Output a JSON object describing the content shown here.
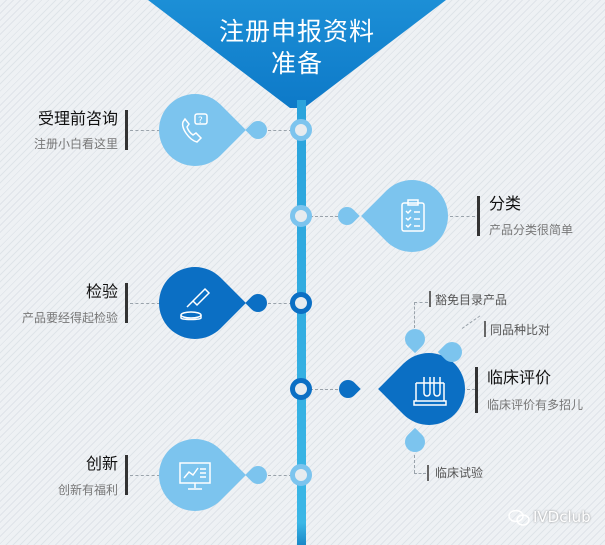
{
  "header": {
    "title_line1": "注册申报资料",
    "title_line2": "准备"
  },
  "steps": [
    {
      "title": "受理前咨询",
      "subtitle": "注册小白看这里",
      "icon": "phone-question-icon"
    },
    {
      "title": "分类",
      "subtitle": "产品分类很简单",
      "icon": "clipboard-checklist-icon"
    },
    {
      "title": "检验",
      "subtitle": "产品要经得起检验",
      "icon": "dropper-dish-icon"
    },
    {
      "title": "临床评价",
      "subtitle": "临床评价有多招儿",
      "icon": "test-tubes-icon",
      "branches": [
        "豁免目录产品",
        "同品种比对",
        "临床试验"
      ]
    },
    {
      "title": "创新",
      "subtitle": "创新有福利",
      "icon": "monitor-chart-icon"
    }
  ],
  "watermark": "IVDclub",
  "colors": {
    "light": "#7cc4ee",
    "dark": "#0b6fc4",
    "line": "#3bb7e6"
  }
}
